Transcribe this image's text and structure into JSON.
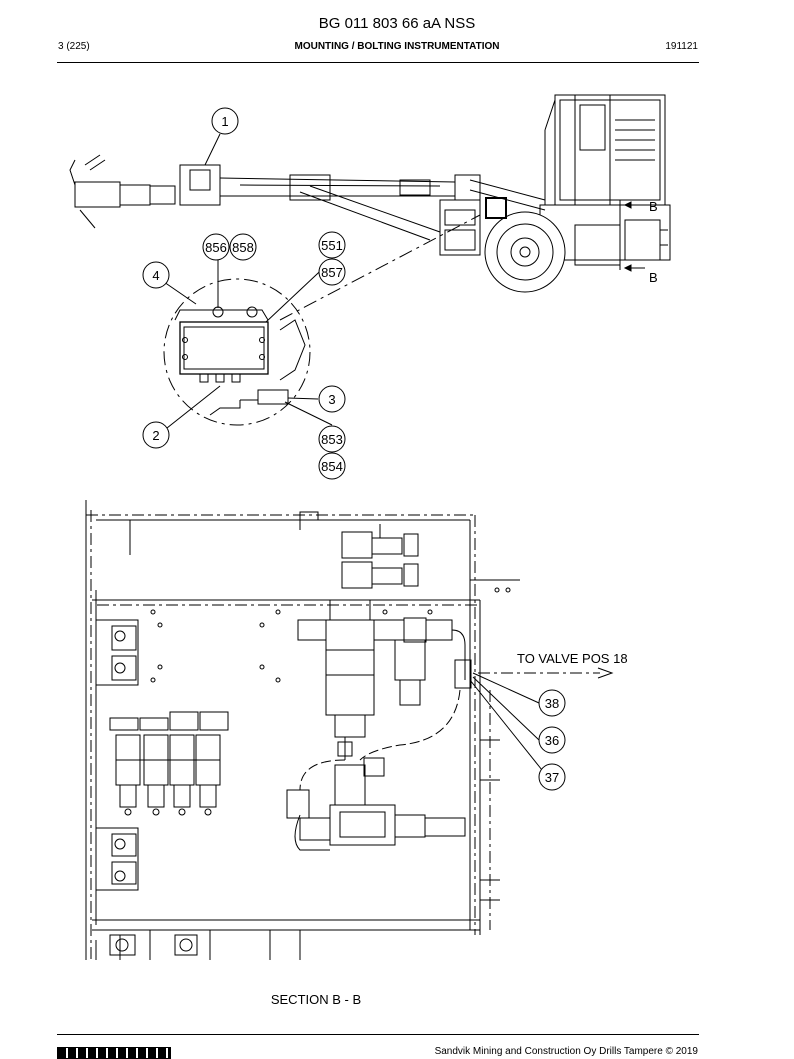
{
  "header": {
    "document_id": "BG 011 803 66 aA NSS",
    "page": "3 (225)",
    "section_title": "MOUNTING / BOLTING INSTRUMENTATION",
    "date_code": "191121"
  },
  "top_drawing": {
    "callouts": [
      "1",
      "856",
      "858",
      "551",
      "857",
      "4",
      "3",
      "2",
      "853",
      "854"
    ],
    "section_marks": [
      "B",
      "B"
    ]
  },
  "bottom_drawing": {
    "annotation": "TO VALVE POS 18",
    "callouts": [
      "38",
      "36",
      "37"
    ],
    "caption": "SECTION B - B"
  },
  "footer": {
    "copyright": "Sandvik Mining and Construction Oy Drills Tampere © 2019"
  }
}
